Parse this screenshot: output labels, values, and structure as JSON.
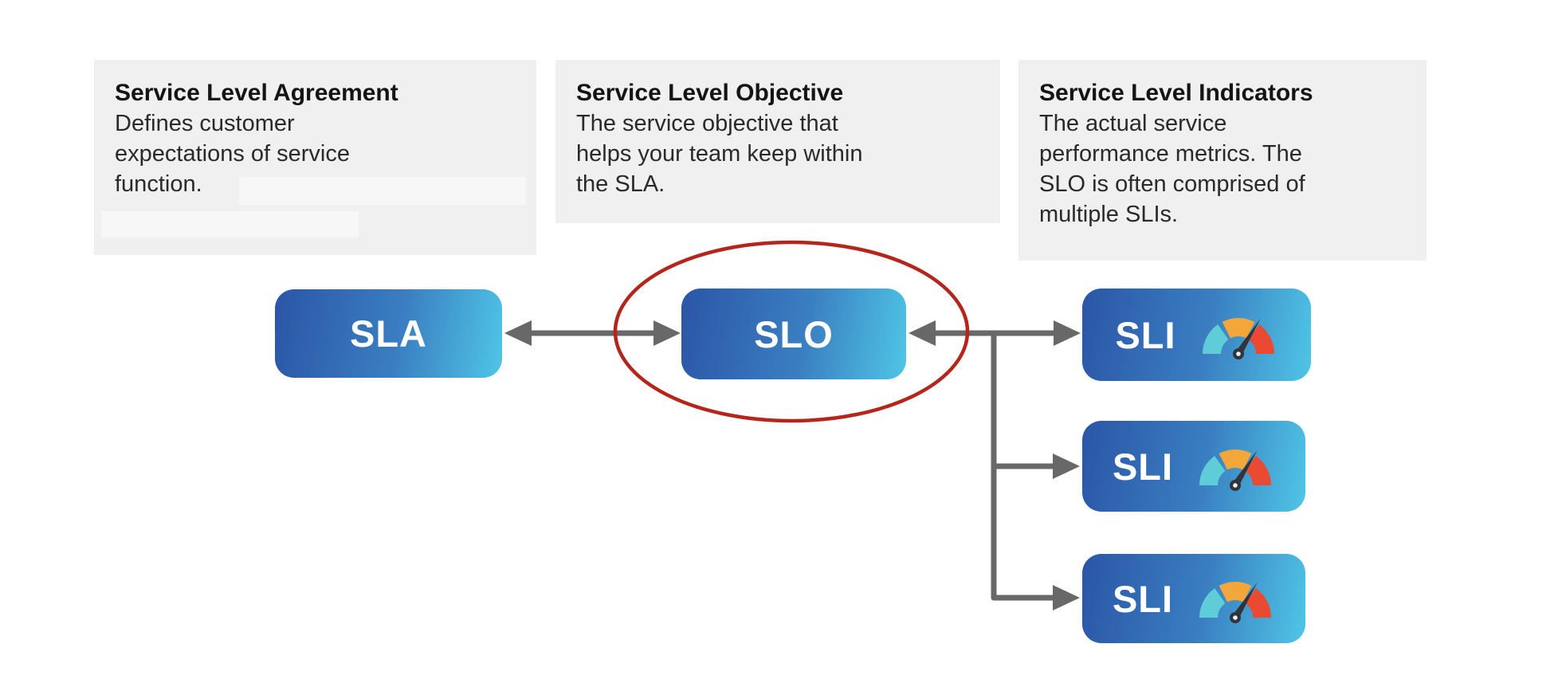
{
  "cards": [
    {
      "title": "Service Level Agreement",
      "body": "Defines customer expectations of service function.",
      "lines": [
        "Defines customer",
        "expectations of service",
        "function."
      ]
    },
    {
      "title": "Service Level Objective",
      "body": "The service objective that helps your team keep within the SLA.",
      "lines": [
        "The service objective that",
        "helps your team keep within",
        "the SLA."
      ]
    },
    {
      "title": "Service Level Indicators",
      "body": "The actual service performance metrics. The SLO is often comprised of multiple SLIs.",
      "lines": [
        "The actual service",
        "performance metrics. The",
        "SLO is often comprised of",
        "multiple SLIs."
      ]
    }
  ],
  "nodes": {
    "sla": {
      "label": "SLA"
    },
    "slo": {
      "label": "SLO",
      "highlighted": true
    },
    "sli_items": [
      {
        "label": "SLI",
        "icon": "gauge-icon"
      },
      {
        "label": "SLI",
        "icon": "gauge-icon"
      },
      {
        "label": "SLI",
        "icon": "gauge-icon"
      }
    ]
  },
  "colors": {
    "card_bg": "#f0f0f0",
    "redaction_patch": "#f7f7f7",
    "node_gradient_start": "#2b55a7",
    "node_gradient_end": "#4fc6e6",
    "node_text": "#ffffff",
    "arrow": "#686868",
    "highlight_ellipse": "#b4251c",
    "gauge_teal": "#5ecdd8",
    "gauge_orange": "#f3a63a",
    "gauge_red": "#e94a31",
    "gauge_needle": "#30353b"
  }
}
